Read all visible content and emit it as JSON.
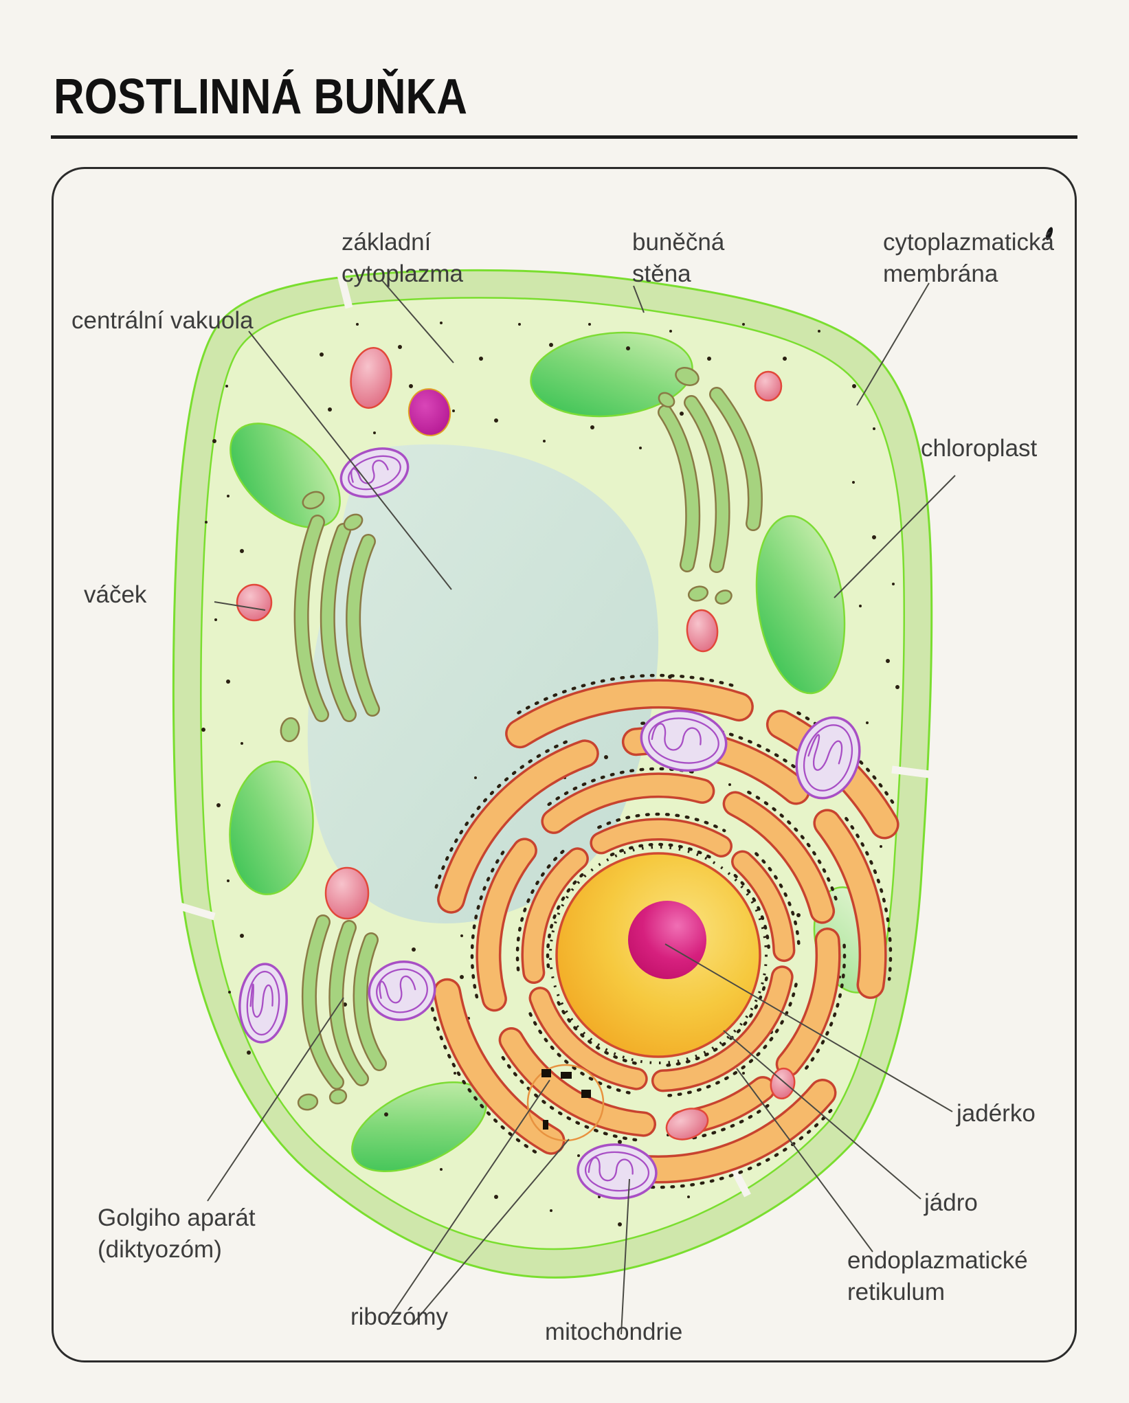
{
  "title": "ROSTLINNÁ BUŇKA",
  "labels": {
    "zakladni_cytoplazma": "základní\ncytoplazma",
    "bunecna_stena": "buněčná\nstěna",
    "cytoplazmaticka_membrana": "cytoplazmatická\nmembrána",
    "centralni_vakuola": "centrální vakuola",
    "chloroplast": "chloroplast",
    "vacek": "váček",
    "golgiho_aparat": "Golgiho aparát\n(diktyozóm)",
    "ribozomy": "ribozómy",
    "mitochondrie": "mitochondrie",
    "jaderko": "jadérko",
    "jadro": "jádro",
    "endoplazmaticke_retikulum": "endoplazmatické\nretikulum"
  },
  "colors": {
    "page_bg": "#f6f4ef",
    "frame_border": "#2b2b2b",
    "title_text": "#111111",
    "label_text": "#3c3c3c",
    "wall_fill": "#cfe7ab",
    "wall_edge": "#7ade2f",
    "cytoplasm": "#e7f4c9",
    "vacuole_light": "#d9eae1",
    "vacuole_dark": "#c3dcd4",
    "chloroplast_dark": "#2fbf4e",
    "chloroplast_mid": "#7fd878",
    "chloroplast_light": "#d8f2b8",
    "chloroplast_edge": "#7ddc35",
    "golgi_fill": "#a6d37f",
    "golgi_edge": "#8a7a45",
    "mito_fill": "#eadff2",
    "mito_edge": "#a84fc5",
    "er_fill": "#f6ba6b",
    "er_edge": "#c8432f",
    "nucleus_in": "#fae27e",
    "nucleus_mid": "#f6c93f",
    "nucleus_out": "#f09b18",
    "nucleus_edge": "#d14a30",
    "nucleolus_in": "#f06fb4",
    "nucleolus_out": "#c00f68",
    "vesicle_in": "#f7c3cc",
    "vesicle_out": "#dd6078",
    "vesicle_edge": "#e2483a",
    "magenta_in": "#d946b8",
    "magenta_out": "#ad0f8c",
    "magenta_edge": "#e0a024",
    "stipple": "#2a2012",
    "leader_line": "#4a4a44",
    "ribo_circle": "#e8923f"
  }
}
